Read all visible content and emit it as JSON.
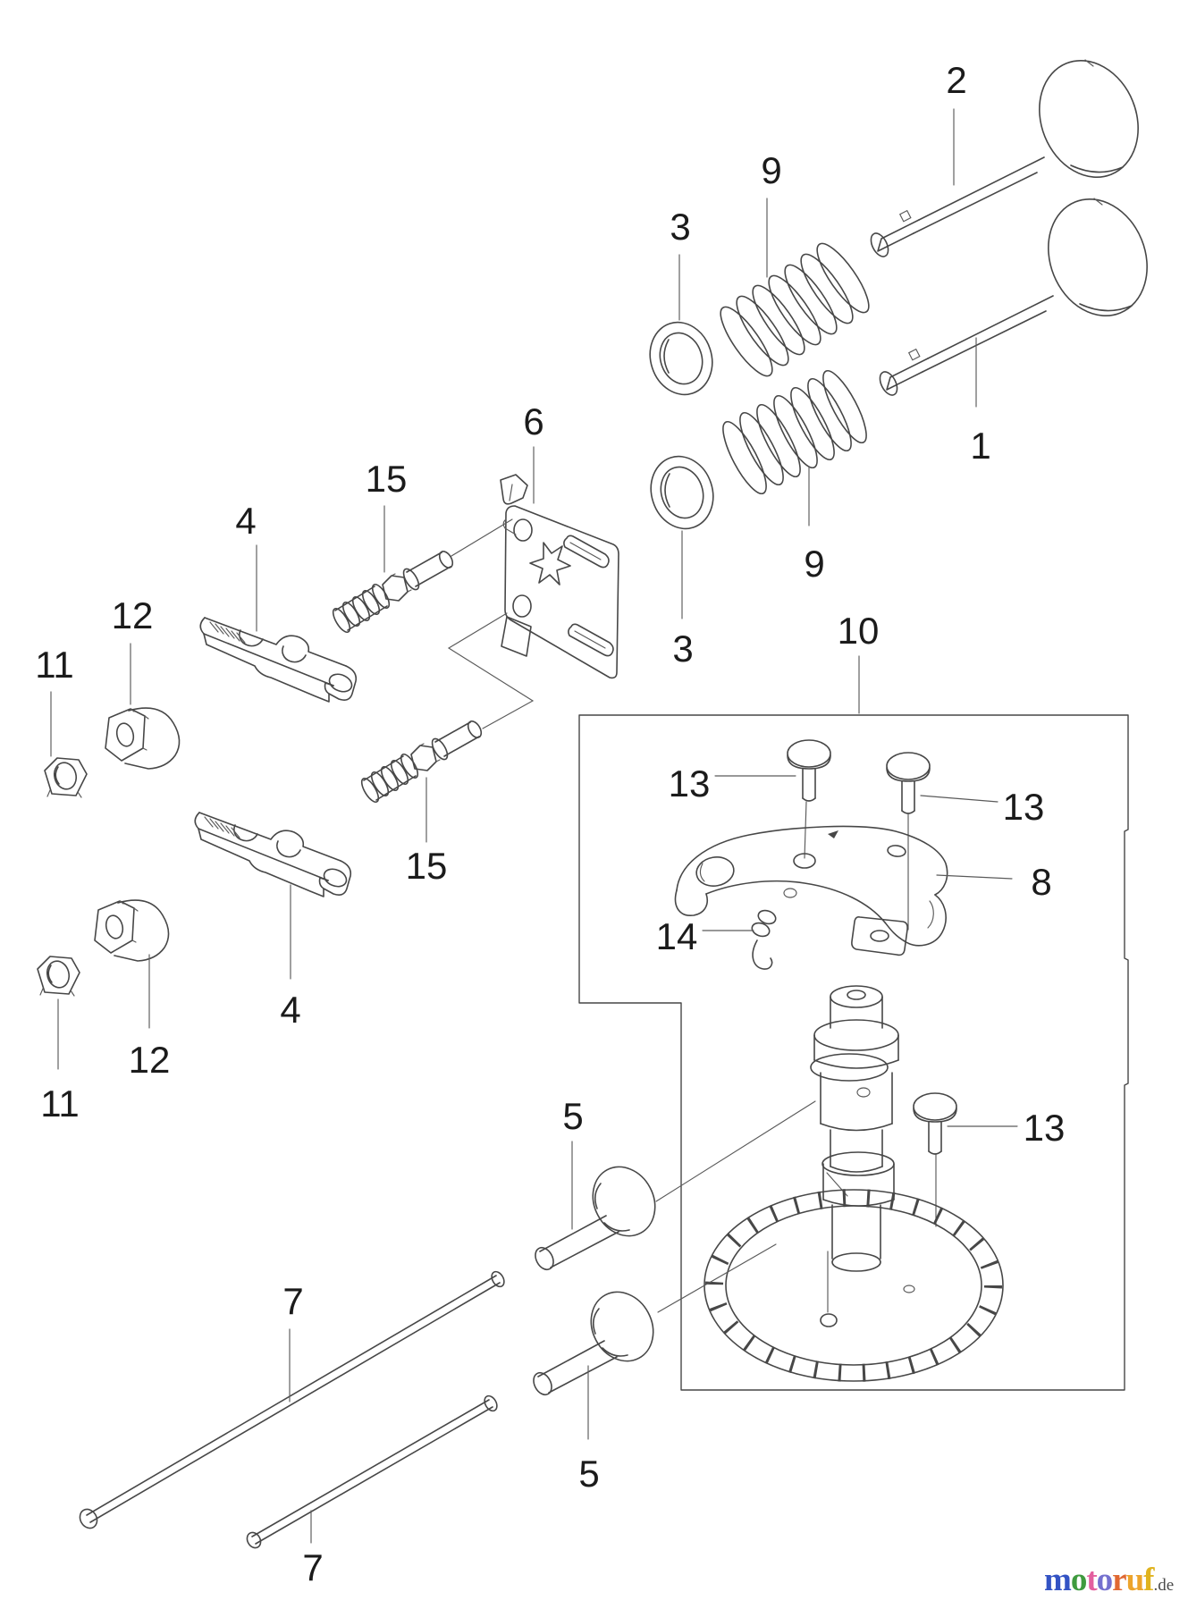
{
  "diagram": {
    "background": "#ffffff",
    "line_color": "#474747",
    "label_color": "#1b1b1b"
  },
  "callouts": [
    {
      "label": "2"
    },
    {
      "label": "1"
    },
    {
      "label": "9"
    },
    {
      "label": "3"
    },
    {
      "label": "9"
    },
    {
      "label": "3"
    },
    {
      "label": "6"
    },
    {
      "label": "15"
    },
    {
      "label": "15"
    },
    {
      "label": "4"
    },
    {
      "label": "4"
    },
    {
      "label": "12"
    },
    {
      "label": "11"
    },
    {
      "label": "12"
    },
    {
      "label": "11"
    },
    {
      "label": "10"
    },
    {
      "label": "13"
    },
    {
      "label": "13"
    },
    {
      "label": "13"
    },
    {
      "label": "8"
    },
    {
      "label": "14"
    },
    {
      "label": "5"
    },
    {
      "label": "5"
    },
    {
      "label": "7"
    },
    {
      "label": "7"
    }
  ],
  "watermark": {
    "letters": [
      {
        "ch": "m",
        "style": "color:#3353c4"
      },
      {
        "ch": "o",
        "style": "color:#3f9b3f"
      },
      {
        "ch": "t",
        "style": "color:#e35f9f"
      },
      {
        "ch": "o",
        "style": "color:#7470cf"
      },
      {
        "ch": "r",
        "style": "color:#e06832"
      },
      {
        "ch": "u",
        "style": "color:#eda42c"
      },
      {
        "ch": "f",
        "style": "color:#e0b31e"
      }
    ],
    "suffix": ".de",
    "suffix_style": "color:#4a4a4a"
  }
}
